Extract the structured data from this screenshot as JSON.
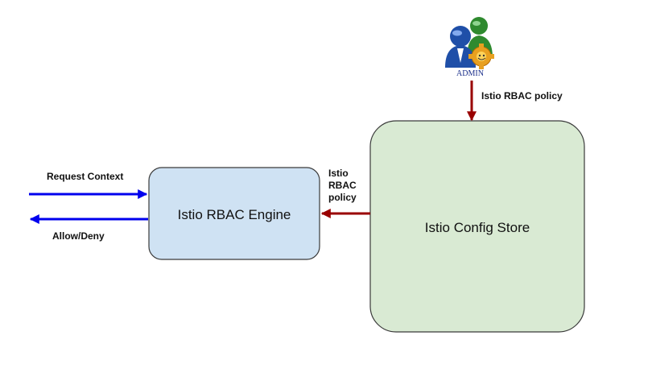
{
  "nodes": {
    "engine": {
      "label": "Istio RBAC Engine",
      "fill": "#cfe2f3",
      "stroke": "#3a3a3a"
    },
    "store": {
      "label": "Istio Config Store",
      "fill": "#d9ead3",
      "stroke": "#3a3a3a"
    },
    "admin": {
      "caption": "ADMIN",
      "icon": "admin-users-icon"
    }
  },
  "edges": {
    "admin_to_store": {
      "label": "Istio RBAC policy",
      "color": "#990000"
    },
    "store_to_engine": {
      "label_lines": [
        "Istio",
        "RBAC",
        "policy"
      ],
      "color": "#990000"
    },
    "request_in": {
      "label": "Request Context",
      "color": "#0000ee"
    },
    "response_out": {
      "label": "Allow/Deny",
      "color": "#0000ee"
    }
  }
}
